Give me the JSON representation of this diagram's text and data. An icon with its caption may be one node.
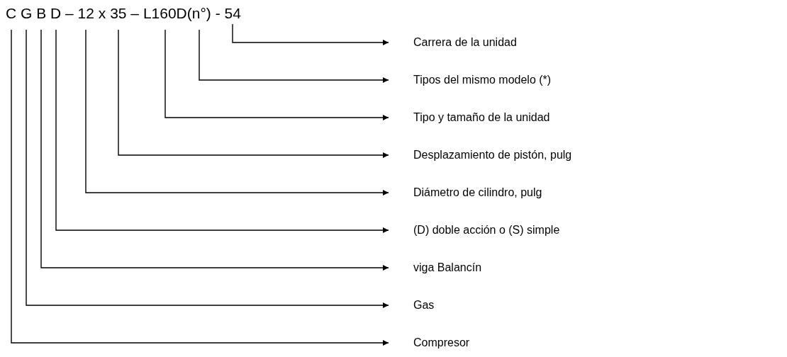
{
  "diagram": {
    "nodes": [
      {
        "text": [
          "C"
        ]
      },
      {
        "text": [
          "G"
        ]
      },
      {
        "text": [
          "B"
        ]
      },
      {
        "text": [
          "D"
        ]
      },
      {
        "text": [
          "12"
        ]
      },
      {
        "text": [
          "35"
        ]
      },
      {
        "text": [
          "L160D"
        ]
      },
      {
        "text": [
          "(n°)"
        ]
      },
      {
        "text": [
          "54"
        ]
      },
      {
        "text": [
          "Carrera de la unidad"
        ]
      },
      {
        "text": [
          "Tipos del mismo modelo (*)"
        ]
      },
      {
        "text": [
          "Tipo y tamaño de la unidad"
        ]
      },
      {
        "text": [
          "Desplazamiento de pistón, pulg"
        ]
      },
      {
        "text": [
          "Diámetro de cilindro, pulg"
        ]
      },
      {
        "text": [
          "(D) doble acción o (S) simple"
        ]
      },
      {
        "text": [
          "viga Balancín"
        ]
      },
      {
        "text": [
          "Gas"
        ]
      },
      {
        "text": [
          "Compresor"
        ]
      }
    ],
    "edges": [
      {
        "from": 8,
        "to": 9,
        "arrow": "to"
      },
      {
        "from": 7,
        "to": 10,
        "arrow": "to"
      },
      {
        "from": 6,
        "to": 11,
        "arrow": "to"
      },
      {
        "from": 5,
        "to": 12,
        "arrow": "to"
      },
      {
        "from": 4,
        "to": 13,
        "arrow": "to"
      },
      {
        "from": 3,
        "to": 14,
        "arrow": "to"
      },
      {
        "from": 2,
        "to": 15,
        "arrow": "to"
      },
      {
        "from": 1,
        "to": 16,
        "arrow": "to"
      },
      {
        "from": 0,
        "to": 17,
        "arrow": "to"
      }
    ],
    "labels": [
      "–",
      "x",
      "–",
      "-"
    ]
  }
}
